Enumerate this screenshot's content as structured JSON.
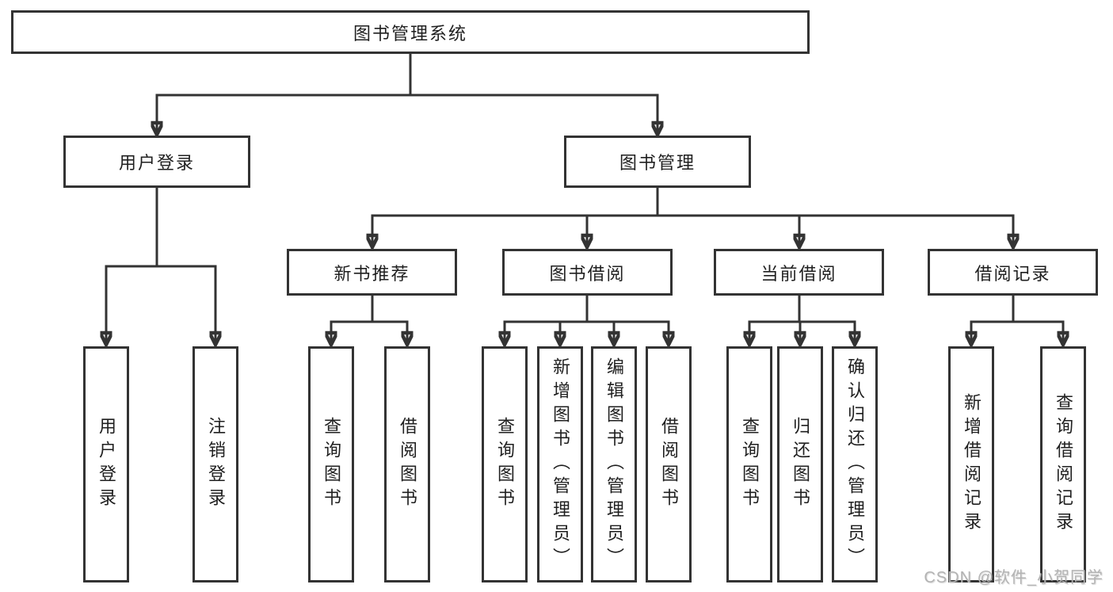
{
  "diagram": {
    "type": "hierarchy-tree",
    "root": {
      "label": "图书管理系统",
      "children": [
        {
          "label": "用户登录",
          "children": [
            {
              "label": "用户登录"
            },
            {
              "label": "注销登录"
            }
          ]
        },
        {
          "label": "图书管理",
          "children": [
            {
              "label": "新书推荐",
              "children": [
                {
                  "label": "查询图书"
                },
                {
                  "label": "借阅图书"
                }
              ]
            },
            {
              "label": "图书借阅",
              "children": [
                {
                  "label": "查询图书"
                },
                {
                  "label": "新增图书（管理员）"
                },
                {
                  "label": "编辑图书（管理员）"
                },
                {
                  "label": "借阅图书"
                }
              ]
            },
            {
              "label": "当前借阅",
              "children": [
                {
                  "label": "查询图书"
                },
                {
                  "label": "归还图书"
                },
                {
                  "label": "确认归还（管理员）"
                }
              ]
            },
            {
              "label": "借阅记录",
              "children": [
                {
                  "label": "新增借阅记录"
                },
                {
                  "label": "查询借阅记录"
                }
              ]
            }
          ]
        }
      ]
    },
    "colors": {
      "line": "#333333",
      "box_border": "#333333",
      "text": "#1f1f1f",
      "background": "#ffffff",
      "watermark": "#b3b3b3"
    }
  },
  "watermark": {
    "text": "CSDN @软件_小贺同学"
  }
}
